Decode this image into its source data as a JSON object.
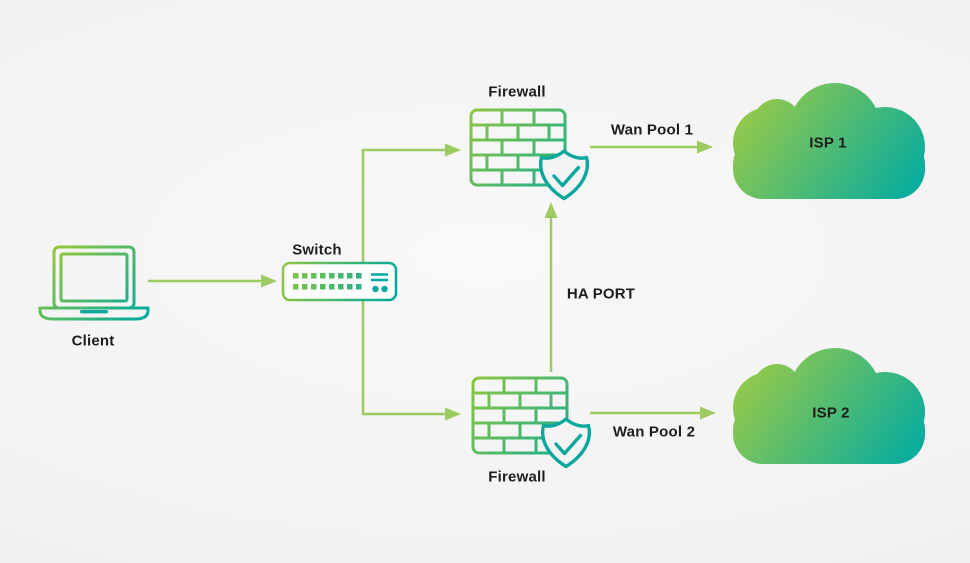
{
  "diagram": {
    "nodes": {
      "client": {
        "label": "Client",
        "icon": "laptop-icon"
      },
      "switch": {
        "label": "Switch",
        "icon": "switch-icon"
      },
      "firewall_top": {
        "label": "Firewall",
        "icon": "firewall-shield-icon"
      },
      "firewall_bottom": {
        "label": "Firewall",
        "icon": "firewall-shield-icon"
      },
      "isp_1": {
        "label": "ISP 1",
        "icon": "cloud-icon"
      },
      "isp_2": {
        "label": "ISP 2",
        "icon": "cloud-icon"
      }
    },
    "connections": [
      {
        "from": "client",
        "to": "switch",
        "label": ""
      },
      {
        "from": "switch",
        "to": "firewall_top",
        "label": ""
      },
      {
        "from": "switch",
        "to": "firewall_bottom",
        "label": ""
      },
      {
        "from": "firewall_top",
        "to": "isp_1",
        "label": "Wan Pool 1"
      },
      {
        "from": "firewall_bottom",
        "to": "isp_2",
        "label": "Wan Pool 2"
      },
      {
        "from": "firewall_bottom",
        "to": "firewall_top",
        "label": "HA PORT"
      }
    ],
    "labels": {
      "wan_pool_1": "Wan Pool 1",
      "wan_pool_2": "Wan Pool 2",
      "ha_port": "HA PORT"
    },
    "colors": {
      "icon_gradient_start": "#8dc63f",
      "icon_gradient_end": "#00a99d",
      "arrow_green": "#9dcb62",
      "label_text": "#1d1d1b",
      "background_center": "#f8f8f9",
      "background_edge": "#ebebed"
    }
  }
}
